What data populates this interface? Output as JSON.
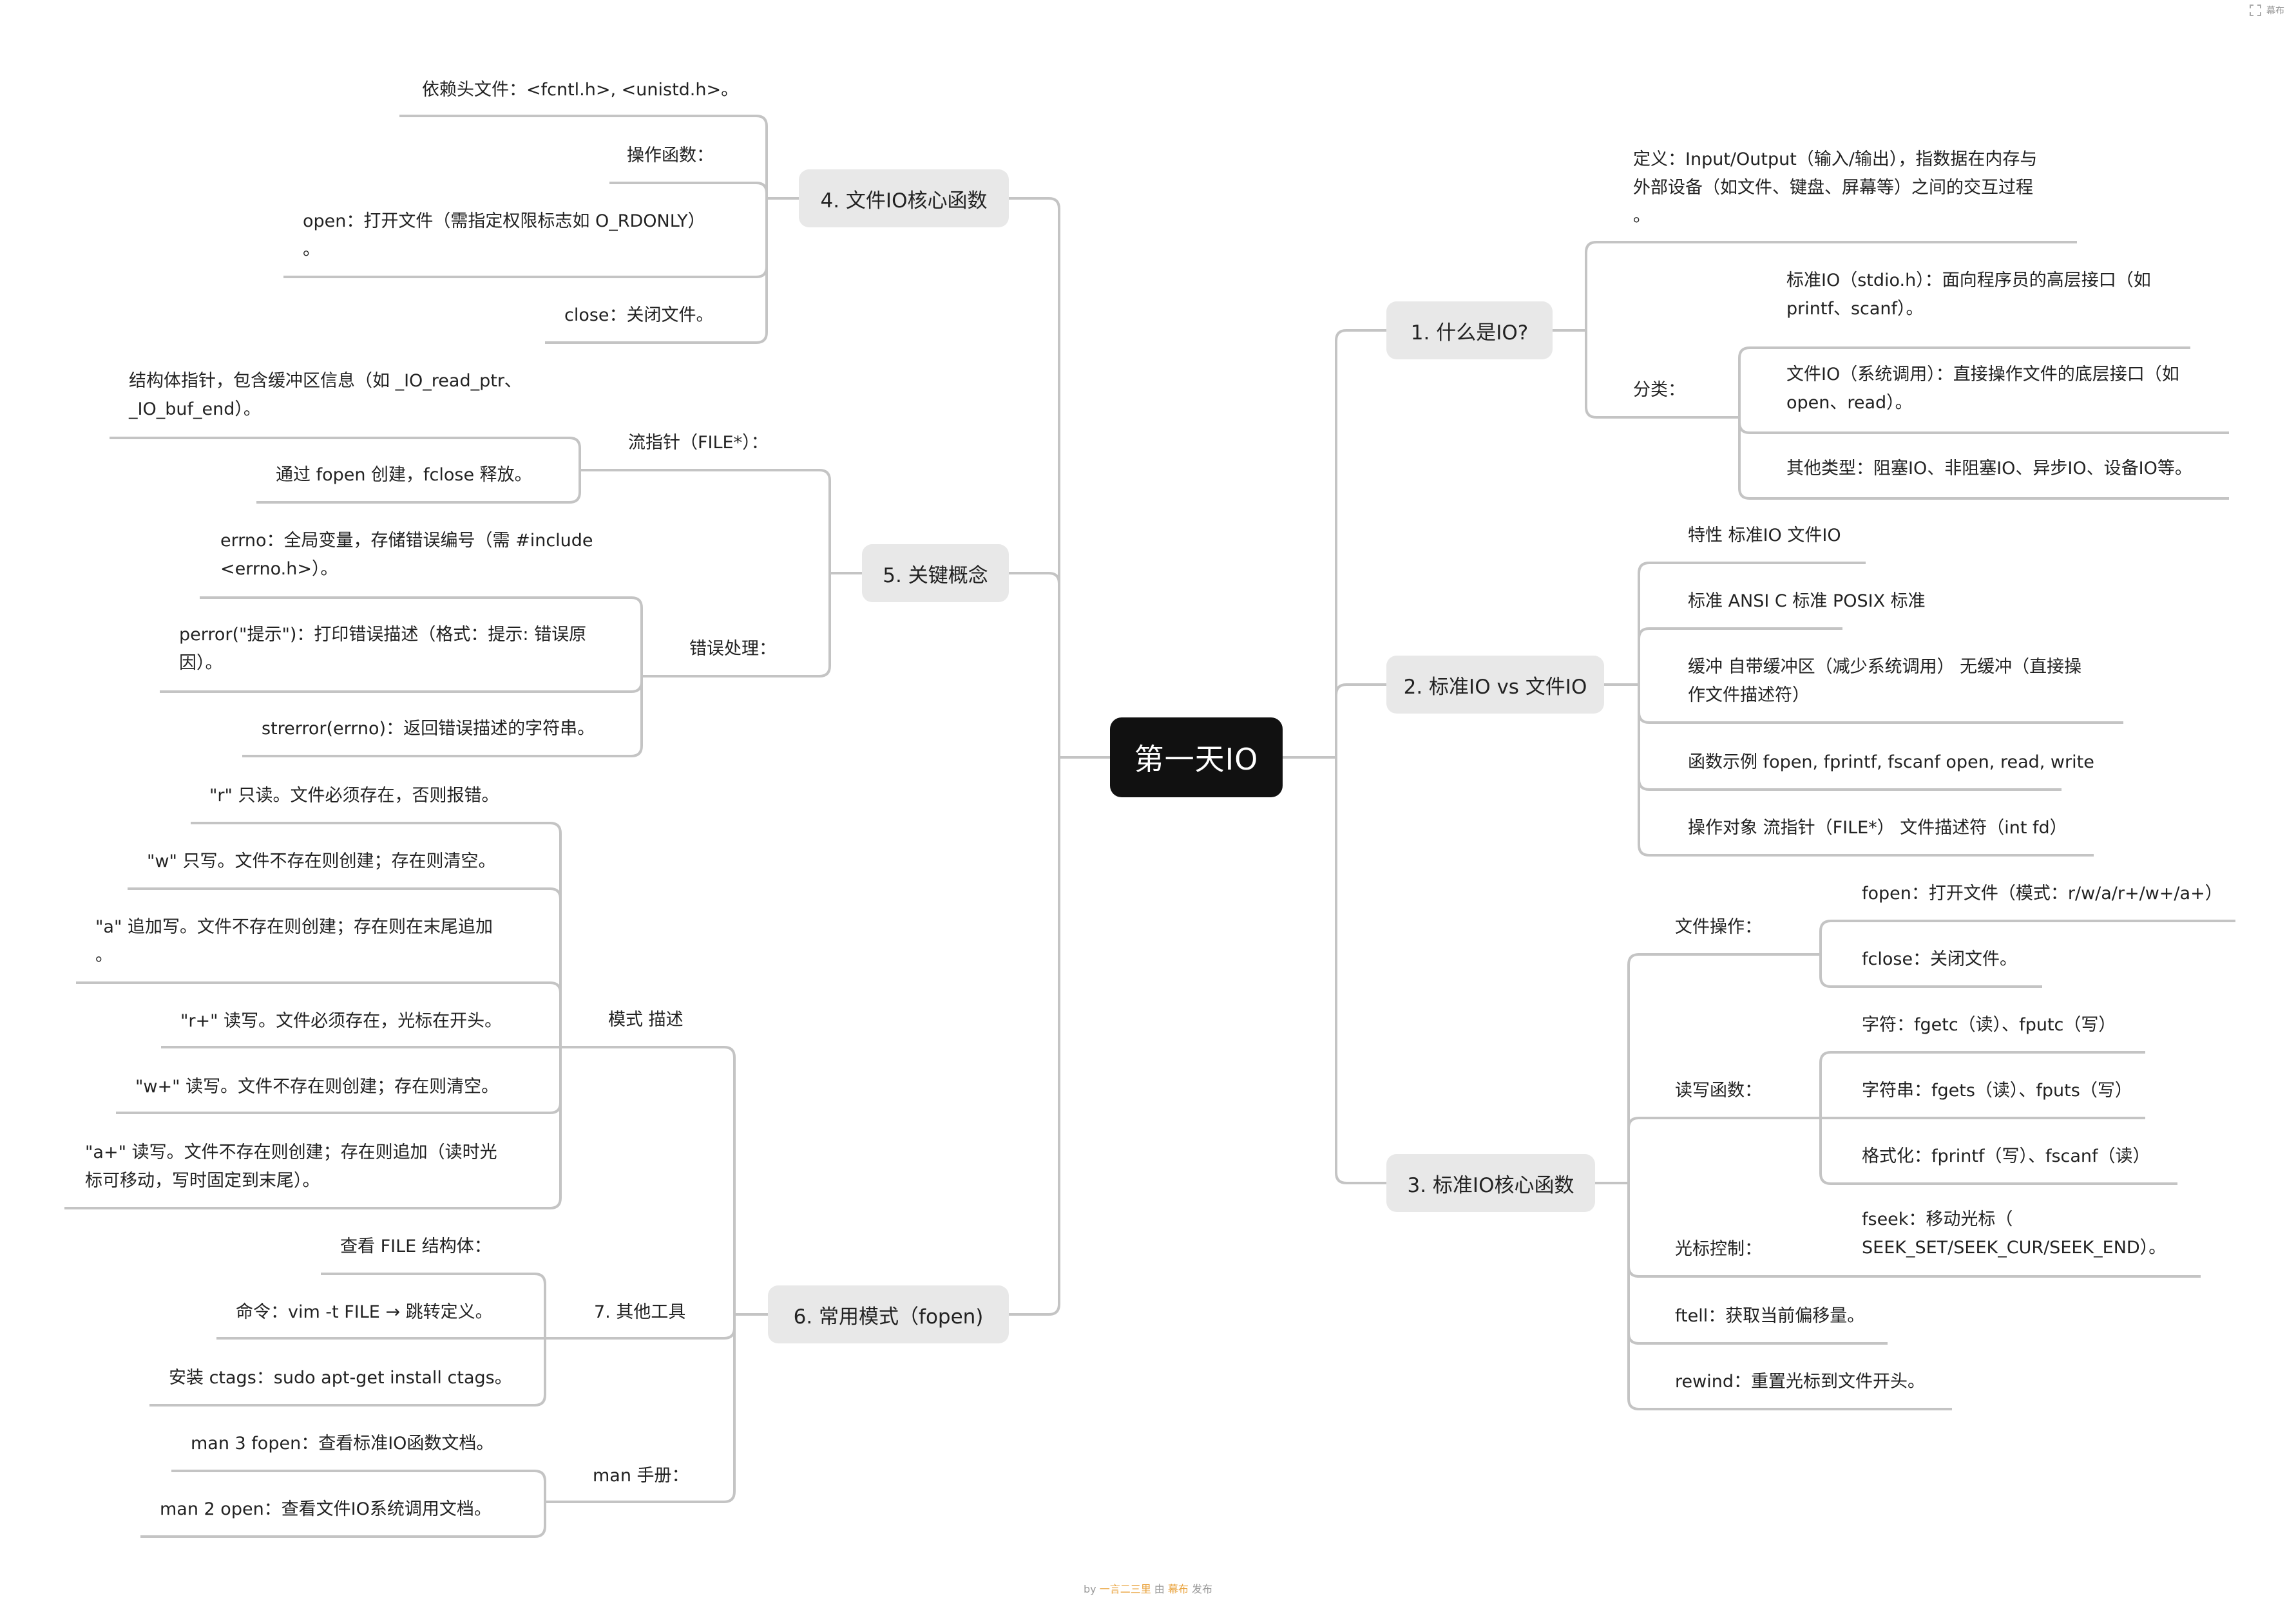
{
  "title_root": "第一天IO",
  "watermark": {
    "label": "幕布"
  },
  "footer": {
    "by": "by",
    "author": "一言二三里",
    "via": "由",
    "brand": "幕布",
    "publish": "发布"
  },
  "branches": {
    "b1": {
      "label": "1. 什么是IO?"
    },
    "b2": {
      "label": "2. 标准IO vs 文件IO"
    },
    "b3": {
      "label": "3. 标准IO核心函数"
    },
    "b4": {
      "label": "4. 文件IO核心函数"
    },
    "b5": {
      "label": "5. 关键概念"
    },
    "b6": {
      "label": "6. 常用模式（fopen)"
    }
  },
  "b1": {
    "def": [
      "定义：Input/Output（输入/输出），指数据在内存与",
      "外部设备（如文件、键盘、屏幕等）之间的交互过程",
      "。"
    ],
    "cat": "分类：",
    "c1": [
      "标准IO（stdio.h）：面向程序员的高层接口（如",
      "printf、scanf）。"
    ],
    "c2": [
      "文件IO（系统调用）：直接操作文件的底层接口（如",
      "open、read）。"
    ],
    "c3": "其他类型：阻塞IO、非阻塞IO、异步IO、设备IO等。"
  },
  "b2": {
    "i1": "特性 标准IO 文件IO",
    "i2": "标准 ANSI C 标准 POSIX 标准",
    "i3": [
      "缓冲 自带缓冲区（减少系统调用） 无缓冲（直接操",
      "作文件描述符）"
    ],
    "i4": "函数示例 fopen, fprintf, fscanf open, read, write",
    "i5": "操作对象 流指针（FILE*） 文件描述符（int fd）"
  },
  "b3": {
    "fileops": "文件操作：",
    "fopen": "fopen：打开文件（模式：r/w/a/r+/w+/a+）",
    "fclose": "fclose：关闭文件。",
    "rw": "读写函数：",
    "chr": "字符：fgetc（读）、fputc（写）",
    "str": "字符串：fgets（读）、fputs（写）",
    "fmt": "格式化：fprintf（写）、fscanf（读）",
    "cursor": "光标控制：",
    "fseek": [
      "fseek：移动光标（",
      "SEEK_SET/SEEK_CUR/SEEK_END）。"
    ],
    "ftell": "ftell：获取当前偏移量。",
    "rewind": "rewind：重置光标到文件开头。"
  },
  "b4": {
    "dep": "依赖头文件：<fcntl.h>, <unistd.h>。",
    "ops": "操作函数：",
    "open": [
      "open：打开文件（需指定权限标志如 O_RDONLY）",
      "。"
    ],
    "close": "close：关闭文件。"
  },
  "b5": {
    "stream": "流指针（FILE*）：",
    "s1": [
      "结构体指针，包含缓冲区信息（如 _IO_read_ptr、",
      "_IO_buf_end）。"
    ],
    "s2": "通过 fopen 创建，fclose 释放。",
    "err": "错误处理：",
    "e1": [
      "errno：全局变量，存储错误编号（需 #include",
      "<errno.h>）。"
    ],
    "e2": [
      "perror(\"提示\")：打印错误描述（格式：提示: 错误原",
      "因）。"
    ],
    "e3": "strerror(errno)：返回错误描述的字符串。"
  },
  "b6": {
    "mode": "模式 描述",
    "m1": "\"r\" 只读。文件必须存在，否则报错。",
    "m2": "\"w\" 只写。文件不存在则创建；存在则清空。",
    "m3": [
      "\"a\" 追加写。文件不存在则创建；存在则在末尾追加",
      "。"
    ],
    "m4": "\"r+\" 读写。文件必须存在，光标在开头。",
    "m5": "\"w+\" 读写。文件不存在则创建；存在则清空。",
    "m6": [
      "\"a+\" 读写。文件不存在则创建；存在则追加（读时光",
      "标可移动，写时固定到末尾）。"
    ],
    "tools": "7. 其他工具",
    "t1": "查看 FILE 结构体：",
    "t2": "命令：vim -t FILE → 跳转定义。",
    "t3": "安装 ctags：sudo apt-get install ctags。",
    "man": "man 手册：",
    "man1": "man 3 fopen：查看标准IO函数文档。",
    "man2": "man 2 open：查看文件IO系统调用文档。"
  }
}
